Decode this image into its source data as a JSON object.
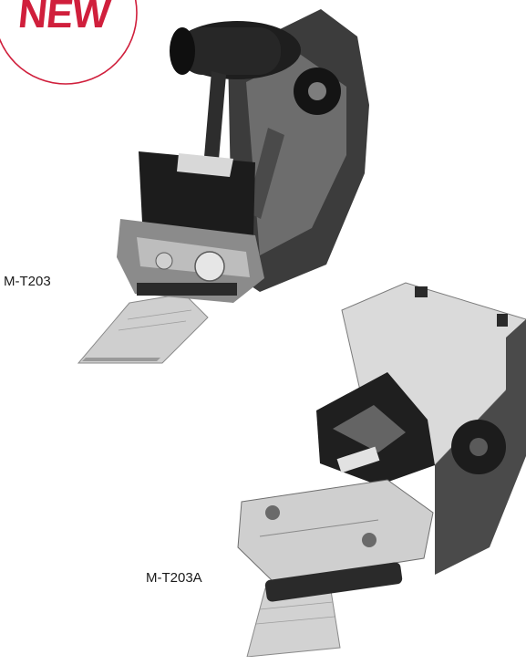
{
  "badge": {
    "text": "NEW"
  },
  "products": [
    {
      "model": "M-T203"
    },
    {
      "model": "M-T203A"
    }
  ],
  "colors": {
    "badge_red": "#d01f3c"
  }
}
